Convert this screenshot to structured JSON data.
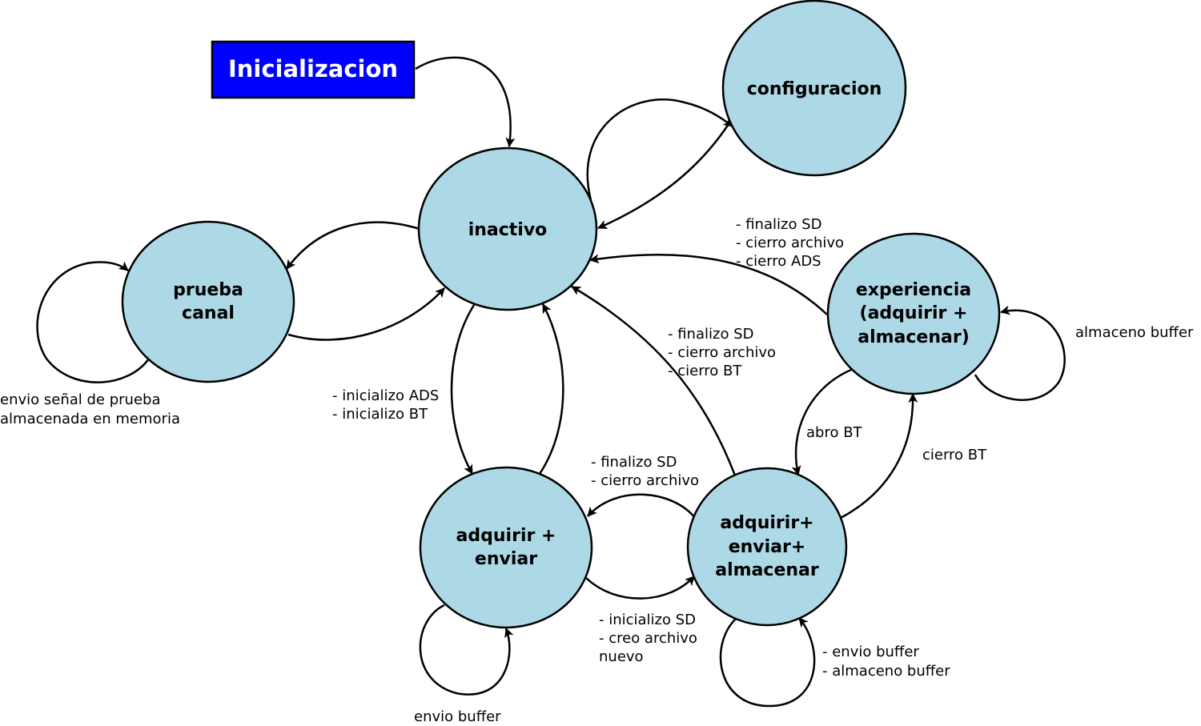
{
  "colors": {
    "state_fill": "#add8e6",
    "init_fill": "#0000ff",
    "init_text": "#ffffff",
    "stroke": "#000000"
  },
  "init": {
    "label": "Inicializacion"
  },
  "states": {
    "inactivo": [
      "inactivo"
    ],
    "configuracion": [
      "configuracion"
    ],
    "prueba_canal": [
      "prueba",
      "canal"
    ],
    "experiencia": [
      "experiencia",
      "(adquirir +",
      "almacenar)"
    ],
    "adquirir_enviar": [
      "adquirir +",
      "enviar"
    ],
    "adquirir_enviar_almacenar": [
      "adquirir+",
      "enviar+",
      "almacenar"
    ]
  },
  "edge_labels": {
    "prueba_loop": [
      "envio señal de prueba",
      "almacenada en memoria"
    ],
    "inactivo_to_ae": [
      "- inicializo ADS",
      "- inicializo BT"
    ],
    "ae_loop": [
      "envio buffer"
    ],
    "aea_to_ae": [
      "- finalizo SD",
      "- cierro archivo"
    ],
    "ae_to_aea": [
      "- inicializo SD",
      "- creo archivo",
      "nuevo"
    ],
    "aea_loop": [
      "- envio buffer",
      "- almaceno buffer"
    ],
    "aea_to_inactivo": [
      "- finalizo SD",
      "- cierro archivo",
      "- cierro BT"
    ],
    "exp_to_inactivo": [
      "- finalizo SD",
      "- cierro archivo",
      "- cierro ADS"
    ],
    "exp_to_aea": [
      "abro BT"
    ],
    "aea_to_exp": [
      "cierro BT"
    ],
    "exp_loop": [
      "almaceno buffer"
    ]
  }
}
